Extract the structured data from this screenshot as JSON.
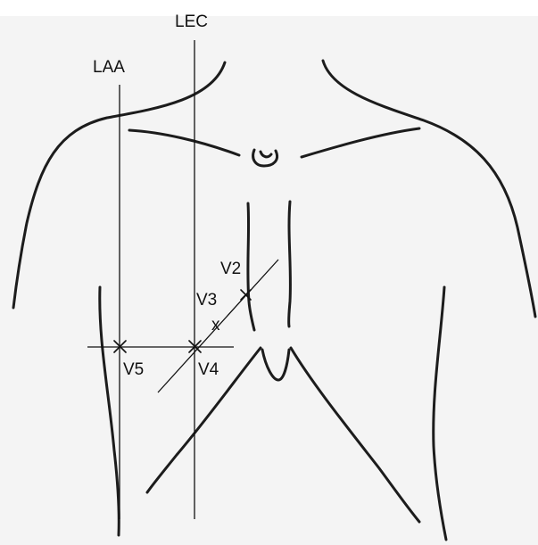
{
  "labels": {
    "lec": "LEC",
    "laa": "LAA",
    "v2": "V2",
    "v3": "V3",
    "v3_marker": "x",
    "v4": "V4",
    "v5": "V5"
  },
  "colors": {
    "background": "#f4f4f4",
    "ink": "#111111"
  }
}
